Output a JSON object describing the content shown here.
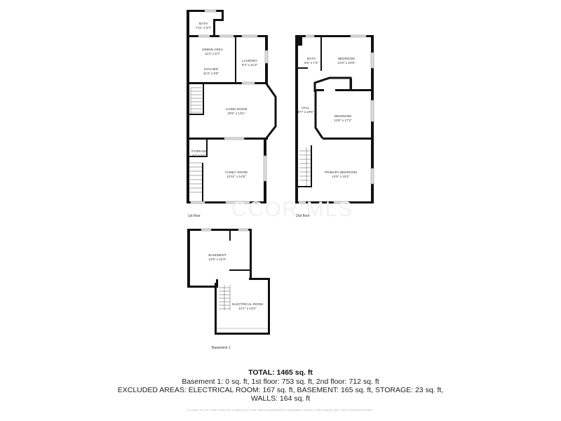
{
  "floors": {
    "first": {
      "name": "1st floor",
      "rooms": [
        {
          "name": "BATH",
          "dims": "7'11\" x 5'7\""
        },
        {
          "name": "DINING AREA",
          "dims": "11'2\" x 5'7\""
        },
        {
          "name": "KITCHEN",
          "dims": "11'2\" x 5'8\""
        },
        {
          "name": "LAUNDRY",
          "dims": "6'4\" x 11'3\""
        },
        {
          "name": "LIVING ROOM",
          "dims": "20'6\" x 13'1\""
        },
        {
          "name": "STORAGE",
          "dims": "4'7\" x 5'1\""
        },
        {
          "name": "FAMILY ROOM",
          "dims": "12'11\" x 14'8\""
        }
      ]
    },
    "second": {
      "name": "2nd floor",
      "rooms": [
        {
          "name": "BATH",
          "dims": "5'6\" x 7'4\""
        },
        {
          "name": "BEDROOM",
          "dims": "12'0\" x 10'8\""
        },
        {
          "name": "HALL",
          "dims": "5'7\" x 19'5\""
        },
        {
          "name": "BEDROOM",
          "dims": "13'6\" x 17'2\""
        },
        {
          "name": "PRIMARY BEDROOM",
          "dims": "14'5\" x 15'2\""
        }
      ]
    },
    "basement": {
      "name": "Basement 1",
      "rooms": [
        {
          "name": "BASEMENT",
          "dims": "14'6\" x 12'2\""
        },
        {
          "name": "ELECTRICAL ROOM",
          "dims": "12'1\" x 14'0\""
        }
      ]
    }
  },
  "watermark": "CCOR MLS",
  "summary": {
    "total": "TOTAL: 1465 sq. ft",
    "line1": "Basement 1: 0 sq. ft, 1st floor: 753 sq. ft, 2nd floor: 712 sq. ft",
    "line2": "EXCLUDED AREAS: ELECTRICAL ROOM: 167 sq. ft, BASEMENT: 165 sq. ft, STORAGE: 23 sq. ft,",
    "line3": "WALLS: 164 sq. ft",
    "disclaimer": "FLOOR PLAN CREATED BY CUBICASA APP. MEASUREMENTS DEEMED HIGHLY RELIABLE BUT NOT GUARANTEED."
  }
}
